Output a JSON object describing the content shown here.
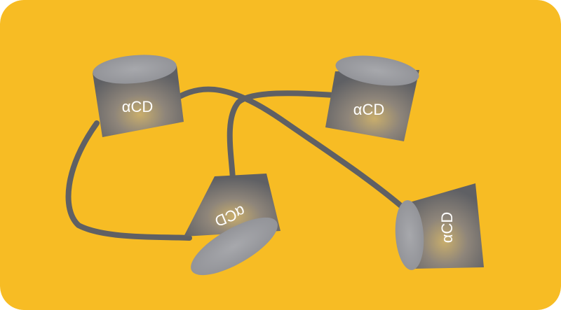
{
  "colors": {
    "background": "#F7BC24",
    "tether": "#5F6064",
    "cup_body": "#5F6064",
    "cup_rim": "#9A9BA0",
    "cup_glow": "#C9AE6C",
    "label": "#FFFFFF"
  },
  "diagram": {
    "cups": [
      {
        "label": "αCD"
      },
      {
        "label": "αCD"
      },
      {
        "label": "αCD"
      },
      {
        "label": "αCD"
      }
    ]
  }
}
